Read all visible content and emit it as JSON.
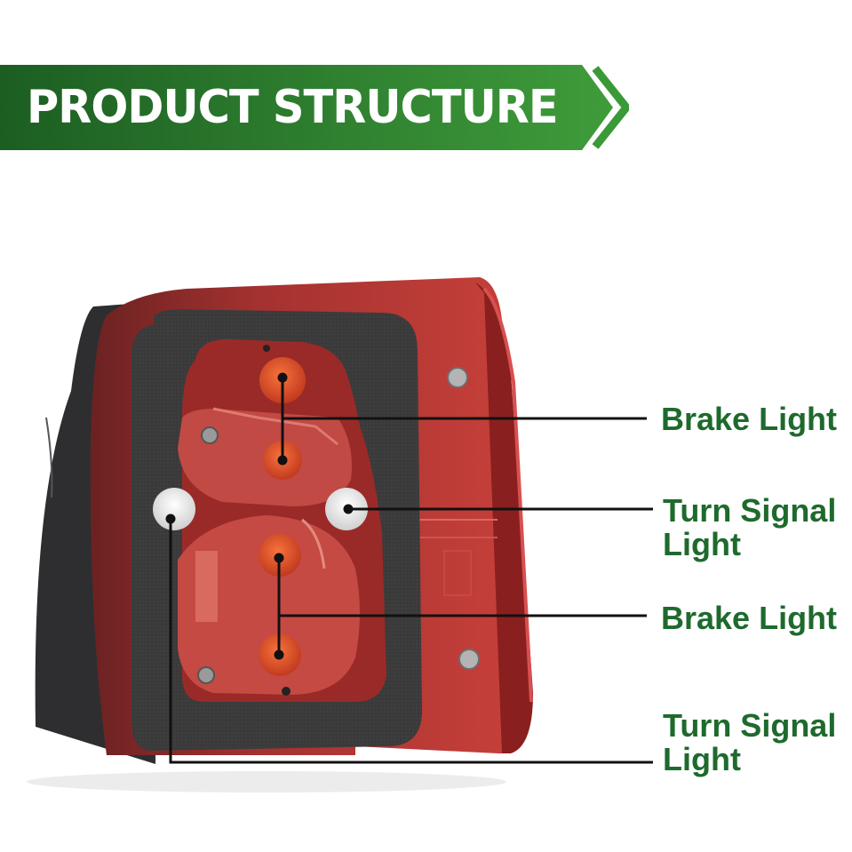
{
  "banner": {
    "title": "PRODUCT STRUCTURE",
    "icon": "chevron-right-icon",
    "colors": {
      "dark": "#1c5e22",
      "light": "#3f9c3a",
      "text": "#ffffff"
    }
  },
  "callouts": [
    {
      "lines": [
        "Brake Light"
      ]
    },
    {
      "lines": [
        "Turn Signal",
        "Light"
      ]
    },
    {
      "lines": [
        "Brake Light"
      ]
    },
    {
      "lines": [
        "Turn Signal",
        "Light"
      ]
    }
  ],
  "colors": {
    "label": "#1e6a2d",
    "leader": "#111111",
    "housing_red": "#b3312e",
    "gasket": "#3a3a3a",
    "bulb_orange": "#e8542a",
    "bulb_white": "#f2f2f2"
  }
}
